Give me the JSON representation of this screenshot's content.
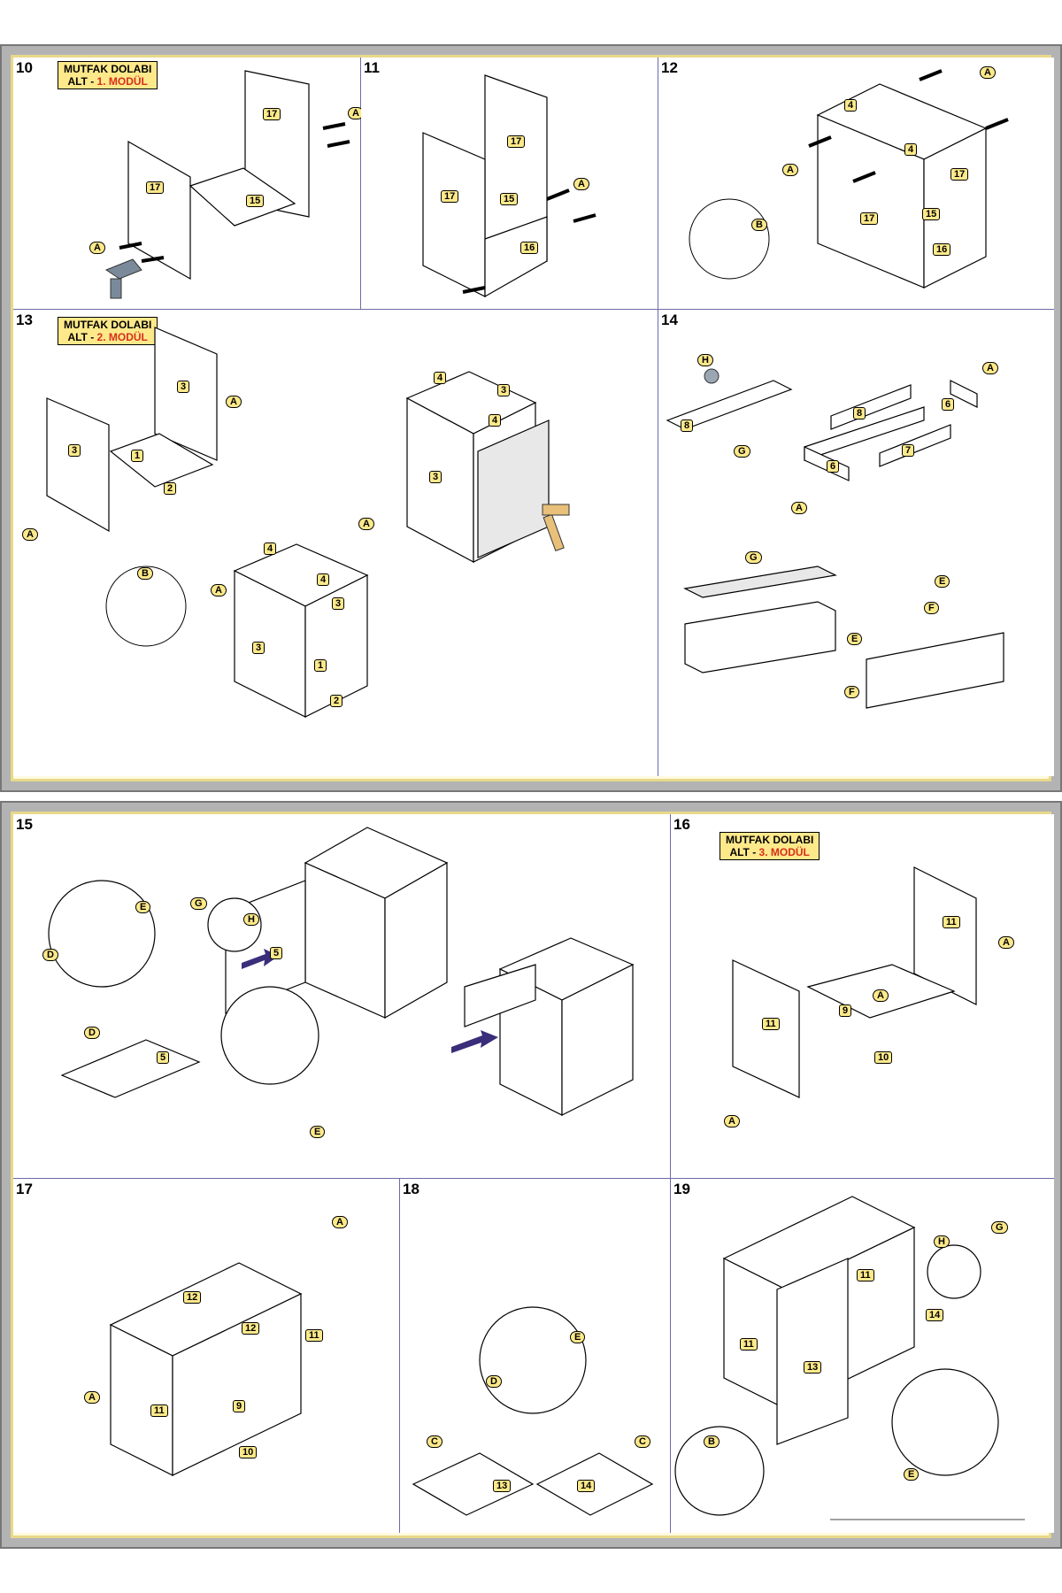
{
  "sheet_top": {
    "steps": [
      "10",
      "11",
      "12",
      "13",
      "14"
    ],
    "module_titles": [
      {
        "line1": "MUTFAK DOLABI",
        "line2_prefix": "ALT - ",
        "line2_red": "1. MODÜL"
      },
      {
        "line1": "MUTFAK DOLABI",
        "line2_prefix": "ALT - ",
        "line2_red": "2. MODÜL"
      }
    ],
    "labels": {
      "p10": [
        "17",
        "17",
        "15",
        "A",
        "A"
      ],
      "p11": [
        "17",
        "17",
        "15",
        "16",
        "A"
      ],
      "p12": [
        "4",
        "4",
        "17",
        "17",
        "15",
        "16",
        "A",
        "A",
        "B"
      ],
      "p13": [
        "3",
        "3",
        "1",
        "2",
        "A",
        "A",
        "4",
        "4",
        "3",
        "3",
        "1",
        "2",
        "A",
        "A",
        "B",
        "4",
        "4",
        "3",
        "3"
      ],
      "p14": [
        "H",
        "8",
        "G",
        "8",
        "6",
        "6",
        "7",
        "A",
        "A",
        "G",
        "E",
        "F",
        "E",
        "F"
      ]
    }
  },
  "sheet_bottom": {
    "steps": [
      "15",
      "16",
      "17",
      "18",
      "19"
    ],
    "module_titles": [
      {
        "line1": "MUTFAK DOLABI",
        "line2_prefix": "ALT - ",
        "line2_red": "3. MODÜL"
      }
    ],
    "labels": {
      "p15": [
        "E",
        "D",
        "D",
        "5",
        "G",
        "H",
        "5",
        "E"
      ],
      "p16": [
        "11",
        "11",
        "9",
        "10",
        "A",
        "A",
        "A"
      ],
      "p17": [
        "12",
        "12",
        "11",
        "11",
        "9",
        "10",
        "A",
        "A"
      ],
      "p18": [
        "E",
        "D",
        "C",
        "C",
        "13",
        "14"
      ],
      "p19": [
        "11",
        "11",
        "13",
        "14",
        "G",
        "H",
        "B",
        "E"
      ]
    }
  },
  "colors": {
    "sheet_bg": "#b3b3b3",
    "frame": "#e8d98a",
    "title_fill": "#fde98a",
    "title_red": "#d6301b",
    "badge_fill": "#fde98a",
    "arrow": "#3a2d7a"
  }
}
